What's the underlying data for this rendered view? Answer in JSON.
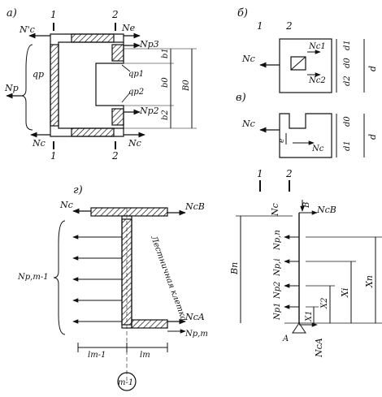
{
  "panel_labels": {
    "a": "а)",
    "b": "б)",
    "v": "в)",
    "g": "г)"
  },
  "section_marks": {
    "one": "1",
    "two": "2"
  },
  "panel_a": {
    "forces": {
      "nc_top_left": "N'c",
      "ne_top": "Ne",
      "np3": "Np3",
      "np": "Np",
      "np2": "Np2",
      "nc_bottom_left": "Nc",
      "nc_bottom_right": "Nc"
    },
    "loads": {
      "q_p": "qp",
      "q_p1": "qp1",
      "q_p2": "qp2"
    },
    "dims": {
      "b1": "b1",
      "b0": "b0",
      "b2": "b2",
      "B0": "B0"
    }
  },
  "panel_b": {
    "forces": {
      "nc": "Nc",
      "nc1": "Nc1",
      "nc2": "Nc2"
    },
    "dims": {
      "d1": "d1",
      "d0": "d0",
      "d2": "d2",
      "d": "d"
    }
  },
  "panel_v": {
    "forces": {
      "nc_left": "Nc",
      "nc_right": "Nc"
    },
    "dims": {
      "d0": "d0",
      "d1": "d1",
      "d": "d",
      "e": "e"
    }
  },
  "panel_g": {
    "forces": {
      "nc_top": "Nc",
      "nc_b": "NcB",
      "np_m1": "Np,m-1",
      "nc_a": "NcA",
      "np_m": "Np,m"
    },
    "cage_label": "Лестничная клетка",
    "dims": {
      "l_m1": "lm-1",
      "l_m": "lm"
    },
    "axis_label": "m-1"
  },
  "panel_free_body": {
    "forces": {
      "nc_top": "Nc",
      "b_point": "B",
      "nc_b": "NcB",
      "np_n": "Np,n",
      "np_i": "Np,i",
      "np2": "Np2",
      "np1": "Np1",
      "nc_a": "NcA",
      "a_point": "A"
    },
    "dims": {
      "b_n": "Bn",
      "x_n": "Xn",
      "x_i": "Xi",
      "x2": "X2",
      "x1": "X1"
    }
  }
}
